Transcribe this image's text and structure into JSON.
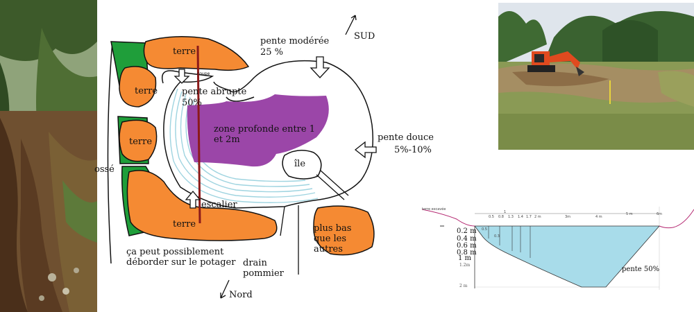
{
  "sketch": {
    "labels": {
      "terre_top": "terre",
      "terre_left1": "terre",
      "terre_left2": "terre",
      "terre_bottom": "terre",
      "coupe": "coupe",
      "pente_moderee": "pente modérée",
      "pente_moderee_pct": "25 %",
      "pente_abrupte": "pente abrupte",
      "pente_abrupte_pct": "50%",
      "zone_profonde": "zone profonde entre 1 et 2m",
      "pente_douce": "pente douce",
      "pente_douce_pct": "5%-10%",
      "ile": "île",
      "fosse": "ossé",
      "escalier": "escalier",
      "plus_bas": "plus bas que les autres",
      "debord": "ça peut possiblement déborder sur le potager",
      "drain": "drain pommier",
      "sud": "SUD",
      "nord": "Nord"
    },
    "colors": {
      "orange": "#f58a33",
      "green": "#1f9e3a",
      "purple": "#9b46a8",
      "outline": "#111111",
      "contour": "#9fd4e0",
      "section_line": "#8b1a1a"
    }
  },
  "profile": {
    "title": "terre excavée",
    "depth_labels": [
      "0.2 m",
      "0.4 m",
      "0.6 m",
      "0.8 m",
      "1 m",
      "1.2m",
      "2 m"
    ],
    "top_ticks": [
      "0.5",
      "0.8",
      "1",
      "1.3",
      "1.4",
      "1.7",
      "2 m",
      "3m",
      "4 m",
      "5 m",
      "6m"
    ],
    "step_labels": [
      "0.5",
      "0.3"
    ],
    "slope_label": "pente 50%",
    "colors": {
      "water": "#a8dcea",
      "terrain": "#b3256f"
    }
  },
  "photos": {
    "left": {
      "sky": "#dfe7da",
      "foliage": "#3d5a2a",
      "soil": "#5a3b22"
    },
    "right": {
      "sky": "#dfe5ec",
      "trees": "#3f6a33",
      "grass": "#8a9a55",
      "excavator": "#e04a1f"
    }
  }
}
